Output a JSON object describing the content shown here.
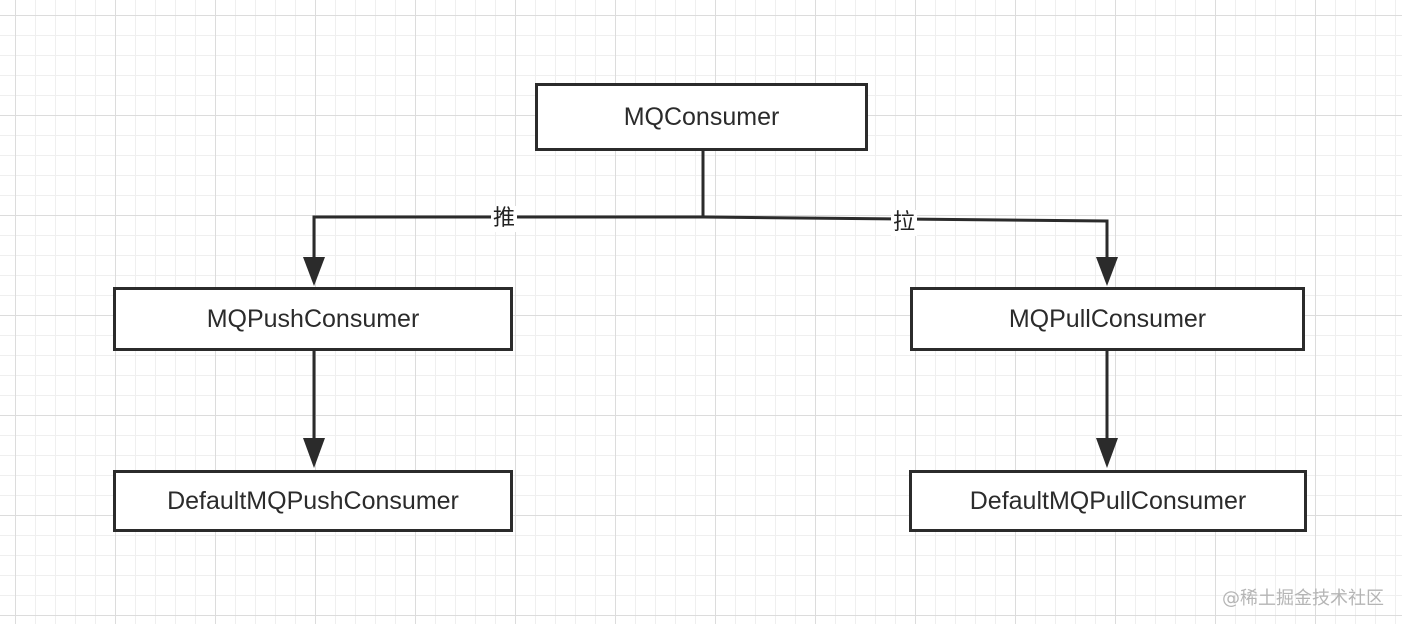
{
  "diagram": {
    "nodes": {
      "root": "MQConsumer",
      "push": "MQPushConsumer",
      "pull": "MQPullConsumer",
      "default_push": "DefaultMQPushConsumer",
      "default_pull": "DefaultMQPullConsumer"
    },
    "edges": [
      {
        "from": "root",
        "to": "push",
        "label": "推"
      },
      {
        "from": "root",
        "to": "pull",
        "label": "拉"
      },
      {
        "from": "push",
        "to": "default_push",
        "label": ""
      },
      {
        "from": "pull",
        "to": "default_pull",
        "label": ""
      }
    ],
    "edge_labels": {
      "push": "推",
      "pull": "拉"
    }
  },
  "watermark": "@稀土掘金技术社区",
  "colors": {
    "line": "#2b2b2b",
    "grid_major": "#dcdcdc",
    "grid_minor": "#efefef",
    "watermark": "#b5b5b5"
  }
}
